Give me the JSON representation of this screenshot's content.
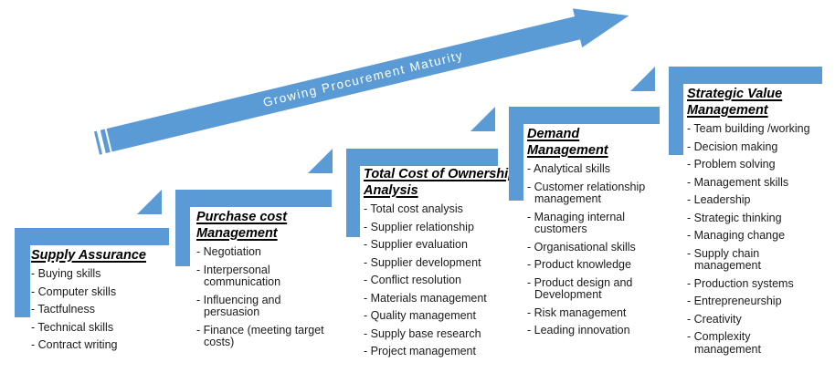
{
  "colors": {
    "accent_blue": "#5B9BD5",
    "text": "#1A1A1A",
    "arrow_text": "#FFFFFF"
  },
  "arrow": {
    "label": "Growing Procurement Maturity"
  },
  "steps": [
    {
      "title": "Supply Assurance",
      "items": [
        "Buying skills",
        "Computer skills",
        "Tactfulness",
        "Technical skills",
        "Contract writing"
      ]
    },
    {
      "title": "Purchase cost\nManagement",
      "items": [
        "Negotiation",
        "Interpersonal\ncommunication",
        "Influencing and\npersuasion",
        "Finance (meeting target\ncosts)"
      ]
    },
    {
      "title": "Total Cost of Ownership\nAnalysis",
      "items": [
        "Total cost analysis",
        "Supplier relationship",
        "Supplier evaluation",
        "Supplier development",
        "Conflict resolution",
        "Materials management",
        "Quality management",
        "Supply base research",
        "Project management"
      ]
    },
    {
      "title": "Demand\nManagement",
      "items": [
        "Analytical skills",
        "Customer relationship\nmanagement",
        "Managing internal\ncustomers",
        "Organisational skills",
        "Product knowledge",
        "Product design and\nDevelopment",
        "Risk management",
        "Leading innovation"
      ]
    },
    {
      "title": "Strategic Value\nManagement",
      "items": [
        "Team building /working",
        "Decision making",
        "Problem solving",
        "Management skills",
        "Leadership",
        "Strategic thinking",
        "Managing change",
        "Supply chain\nmanagement",
        "Production systems",
        "Entrepreneurship",
        "Creativity",
        "Complexity\nmanagement"
      ]
    }
  ]
}
